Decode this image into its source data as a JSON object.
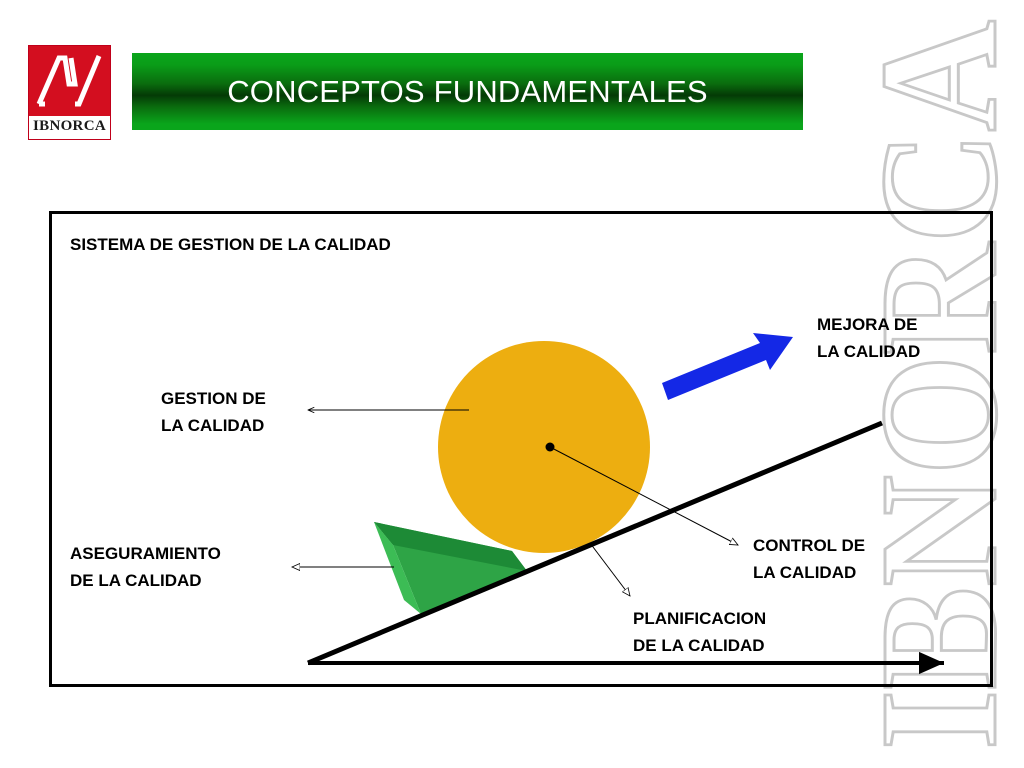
{
  "header": {
    "title": "CONCEPTOS FUNDAMENTALES",
    "logo_text": "IBNORCA",
    "watermark_text": "IBNORCA"
  },
  "diagram": {
    "heading": "SISTEMA DE GESTION DE LA CALIDAD",
    "labels": {
      "mejora": [
        "MEJORA DE",
        "LA CALIDAD"
      ],
      "gestion": [
        "GESTION DE",
        "LA CALIDAD"
      ],
      "aseguramiento": [
        "ASEGURAMIENTO",
        "DE LA CALIDAD"
      ],
      "control": [
        "CONTROL DE",
        "LA CALIDAD"
      ],
      "planificacion": [
        "PLANIFICACION",
        "DE LA CALIDAD"
      ]
    }
  },
  "colors": {
    "banner_green": "#0a9d18",
    "logo_red": "#d30e1f",
    "circle_gold": "#edae10",
    "wedge_green": "#2ea446",
    "arrow_blue": "#1428e6",
    "watermark_gray": "#c8c8c8"
  },
  "icons": {
    "logo": "ibnorca-logo-icon"
  }
}
